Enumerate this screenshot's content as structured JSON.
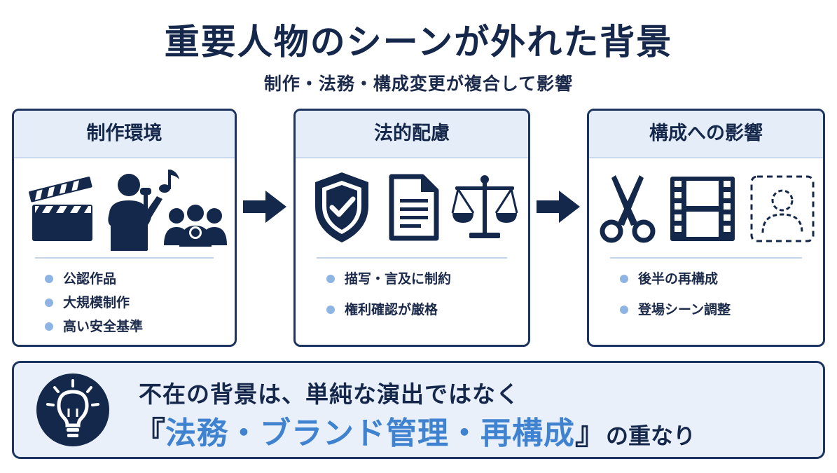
{
  "title": "重要人物のシーンが外れた背景",
  "subtitle": "制作・法務・構成変更が複合して影響",
  "panels": [
    {
      "header": "制作環境",
      "icons": [
        "clapperboard-icon",
        "singer-with-microphone-icon",
        "music-note-icon",
        "audience-group-icon"
      ],
      "bullets": [
        "公認作品",
        "大規模制作",
        "高い安全基準"
      ]
    },
    {
      "header": "法的配慮",
      "icons": [
        "shield-check-icon",
        "document-icon",
        "scales-of-justice-icon"
      ],
      "bullets": [
        "描写・言及に制約",
        "権利確認が厳格"
      ]
    },
    {
      "header": "構成への影響",
      "icons": [
        "scissors-icon",
        "film-strip-icon",
        "removed-person-icon"
      ],
      "bullets": [
        "後半の再構成",
        "登場シーン調整"
      ]
    }
  ],
  "conclusion": {
    "icon": "lightbulb-icon",
    "line1": "不在の背景は、単純な演出ではなく",
    "bracket_open": "『",
    "highlight": "法務・ブランド管理・再構成",
    "bracket_close": "』",
    "tail": "の重なり"
  },
  "colors": {
    "navy": "#15284b",
    "header_bg": "#e4edf8",
    "bullet_dot": "#8db4e2",
    "highlight": "#3f82cf"
  }
}
